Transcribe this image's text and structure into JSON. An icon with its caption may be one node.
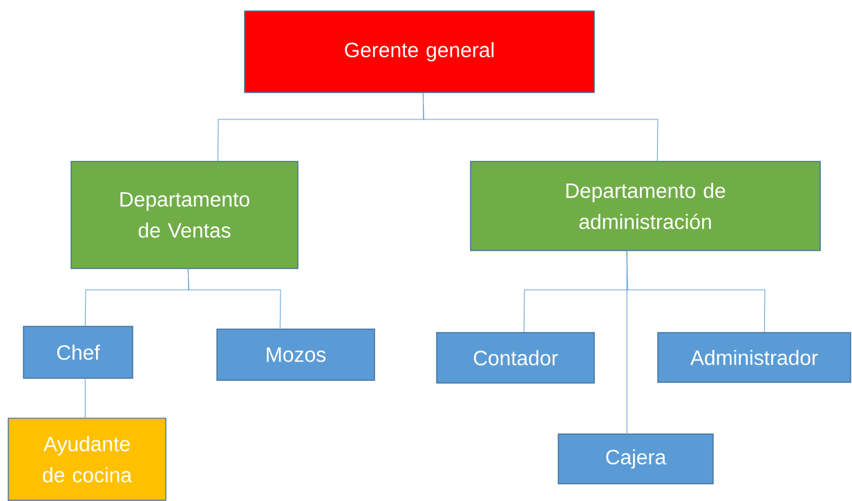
{
  "diagram": {
    "nodes": [
      {
        "text": [
          "Gerente general"
        ]
      },
      {
        "text": [
          "Departamento de Ventas"
        ]
      },
      {
        "text": [
          "Departamento de administración"
        ]
      },
      {
        "text": [
          "Chef"
        ]
      },
      {
        "text": [
          "Mozos"
        ]
      },
      {
        "text": [
          "Contador"
        ]
      },
      {
        "text": [
          "Administrador"
        ]
      },
      {
        "text": [
          "Cajera"
        ]
      },
      {
        "text": [
          "Ayudante de cocina"
        ]
      }
    ],
    "edges": [
      {
        "from": 0,
        "to": 1,
        "arrow": "none"
      },
      {
        "from": 0,
        "to": 2,
        "arrow": "none"
      },
      {
        "from": 1,
        "to": 3,
        "arrow": "none"
      },
      {
        "from": 1,
        "to": 4,
        "arrow": "none"
      },
      {
        "from": 2,
        "to": 5,
        "arrow": "none"
      },
      {
        "from": 2,
        "to": 6,
        "arrow": "none"
      },
      {
        "from": 2,
        "to": 7,
        "arrow": "none"
      },
      {
        "from": 3,
        "to": 8,
        "arrow": "none"
      }
    ]
  }
}
